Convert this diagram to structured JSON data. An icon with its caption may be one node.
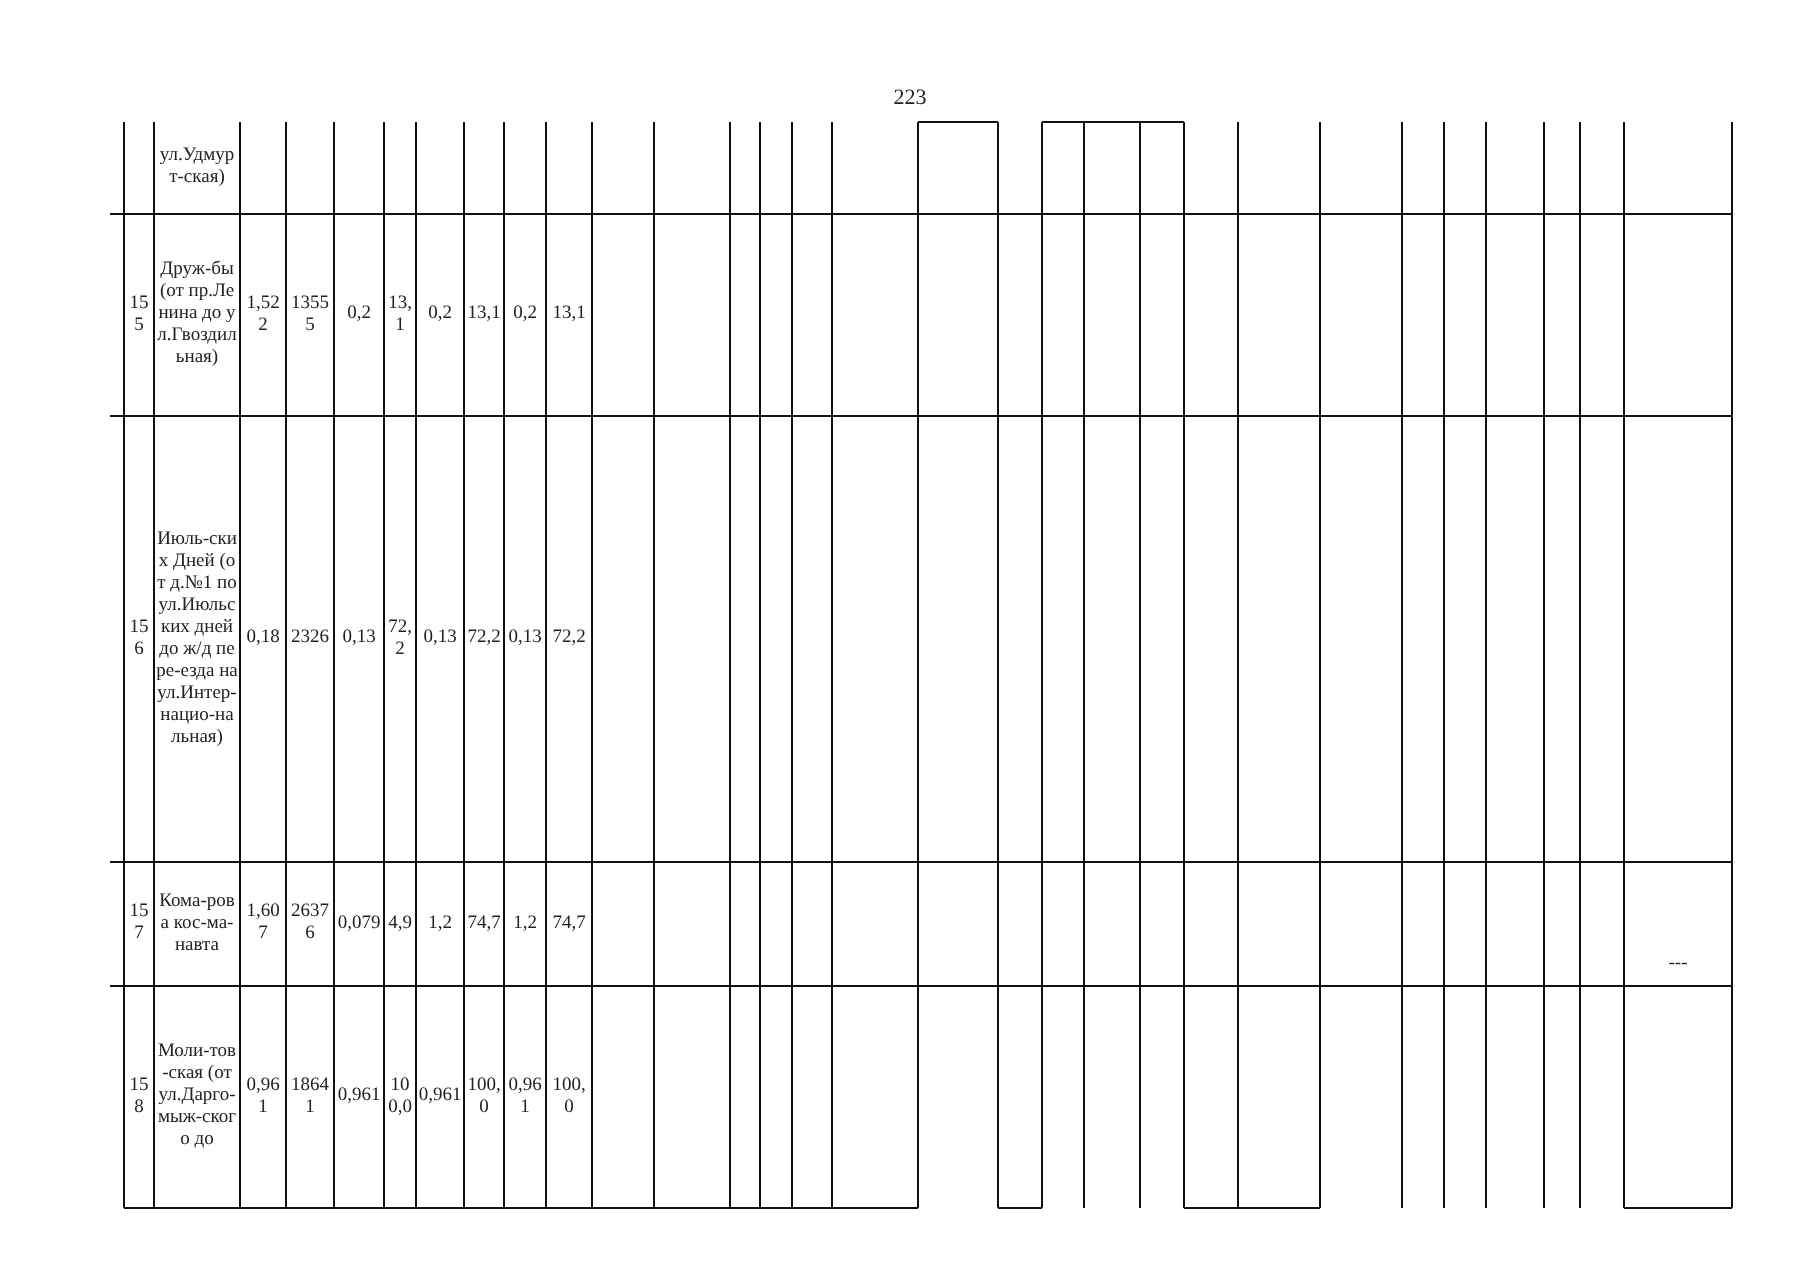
{
  "diagram": {
    "labels": [
      "223",
      "ул.Удмурт-ская)",
      "155",
      "Друж-бы (от пр.Ленина до ул.Гвоздильная)",
      "1,522",
      "13555",
      "0,2",
      "13,1",
      "0,2",
      "13,1",
      "0,2",
      "13,1",
      "156",
      "Июль-ских Дней (от д.№1 по ул.Июльских дней до ж/д пере-езда на ул.Интер-нацио-нальная)",
      "0,18",
      "2326",
      "0,13",
      "72,2",
      "0,13",
      "72,2",
      "0,13",
      "72,2",
      "157",
      "Кома-рова кос-ма-навта",
      "1,607",
      "26376",
      "0,079",
      "4,9",
      "1,2",
      "74,7",
      "1,2",
      "74,7",
      "---",
      "158",
      "Моли-тов-ская (от ул.Дарго-мыж-ского до",
      "0,961",
      "18641",
      "0,961",
      "100,0",
      "0,961",
      "100,0",
      "0,961",
      "100,0"
    ]
  }
}
